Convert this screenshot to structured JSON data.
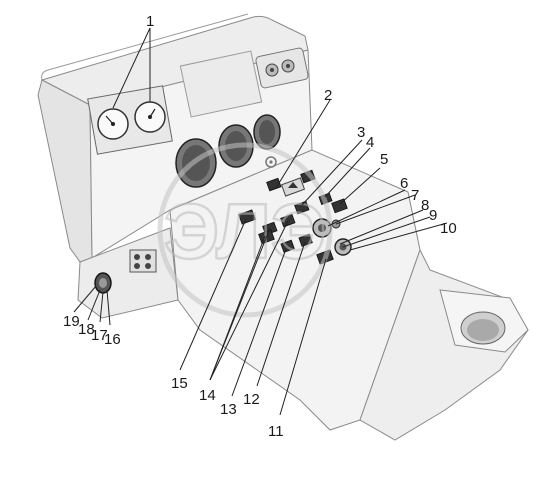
{
  "diagram": {
    "watermark": "ЭЛЭ",
    "callouts": {
      "c1": "1",
      "c2": "2",
      "c3": "3",
      "c4": "4",
      "c5": "5",
      "c6": "6",
      "c7": "7",
      "c8": "8",
      "c9": "9",
      "c10": "10",
      "c11": "11",
      "c12": "12",
      "c13": "13",
      "c14": "14",
      "c15": "15",
      "c16": "16",
      "c17": "17",
      "c18": "18",
      "c19": "19"
    }
  }
}
